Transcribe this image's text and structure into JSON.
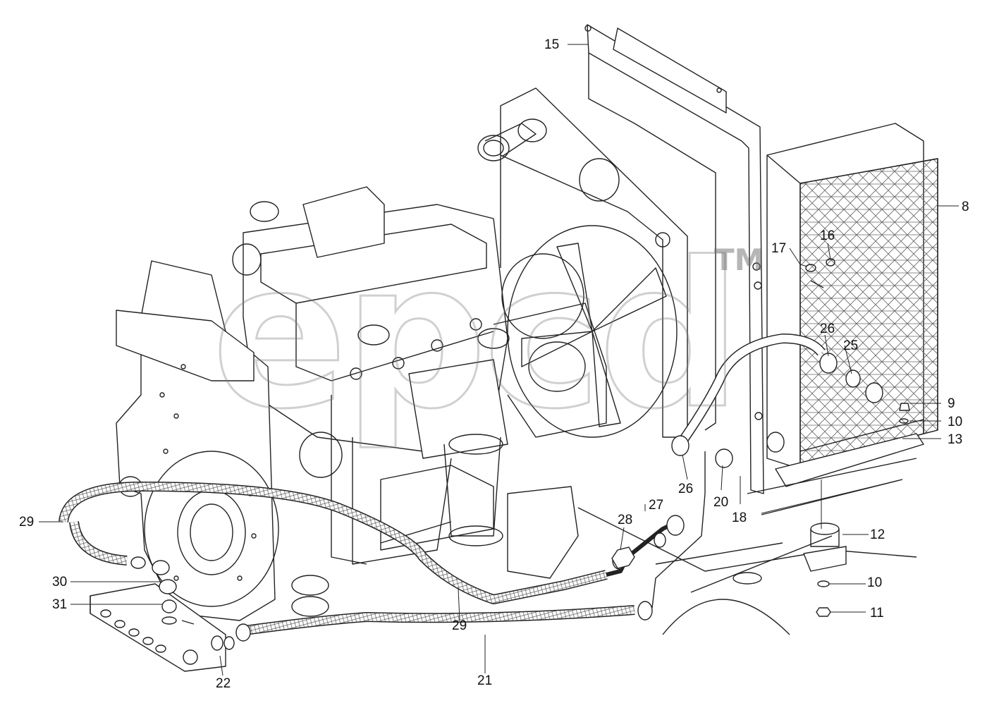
{
  "watermark": {
    "text": "epcd",
    "trademark": "TM"
  },
  "callouts": [
    "15",
    "8",
    "17",
    "16",
    "26",
    "25",
    "9",
    "10",
    "13",
    "26",
    "20",
    "18",
    "12",
    "10",
    "11",
    "27",
    "28",
    "29",
    "30",
    "31",
    "22",
    "29",
    "21"
  ],
  "colors": {
    "line": "#222222",
    "mesh": "#666666",
    "watermark": "#8a8a8a"
  }
}
